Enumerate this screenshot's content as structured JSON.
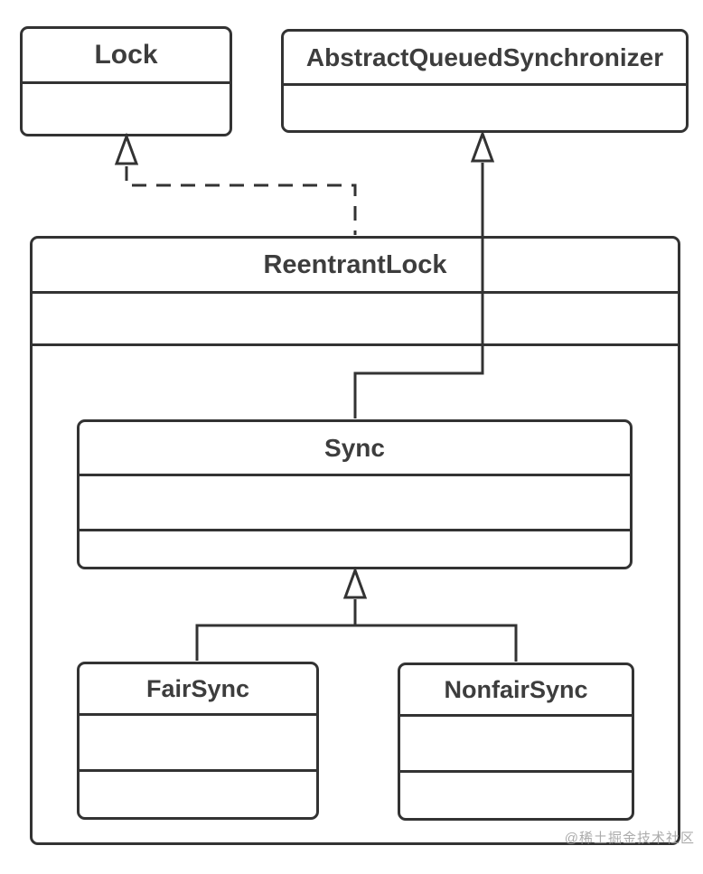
{
  "diagram": {
    "type": "uml-class-diagram",
    "classes": {
      "lock": {
        "name": "Lock",
        "compartments": 2
      },
      "aqs": {
        "name": "AbstractQueuedSynchronizer",
        "compartments": 2
      },
      "reentrant": {
        "name": "ReentrantLock",
        "compartments": 3,
        "contains": [
          "Sync",
          "FairSync",
          "NonfairSync"
        ]
      },
      "sync": {
        "name": "Sync",
        "compartments": 3
      },
      "fair": {
        "name": "FairSync",
        "compartments": 3
      },
      "nonfair": {
        "name": "NonfairSync",
        "compartments": 3
      }
    },
    "relationships": [
      {
        "from": "ReentrantLock",
        "to": "Lock",
        "type": "realization",
        "line": "dashed",
        "arrowhead": "hollow-triangle"
      },
      {
        "from": "Sync",
        "to": "AbstractQueuedSynchronizer",
        "type": "generalization",
        "line": "solid",
        "arrowhead": "hollow-triangle"
      },
      {
        "from": "FairSync",
        "to": "Sync",
        "type": "generalization",
        "line": "solid",
        "arrowhead": "hollow-triangle"
      },
      {
        "from": "NonfairSync",
        "to": "Sync",
        "type": "generalization",
        "line": "solid",
        "arrowhead": "hollow-triangle"
      }
    ],
    "colors": {
      "line": "#333333",
      "title_text": "#3d3d3d",
      "background": "#ffffff",
      "watermark": "#9d9d9d"
    }
  },
  "watermark": {
    "text": "@稀土掘金技术社区"
  }
}
